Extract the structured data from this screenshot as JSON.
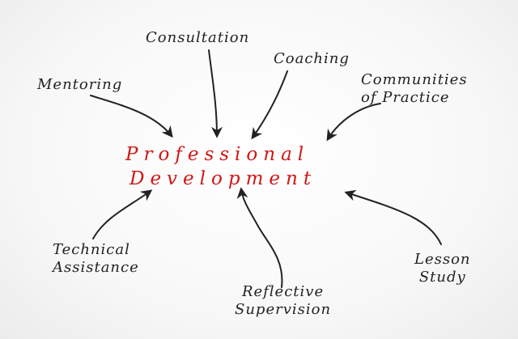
{
  "center": {
    "line1": "Professional",
    "line2": "Development",
    "color": "#d11616"
  },
  "items": {
    "consultation": "Consultation",
    "coaching": "Coaching",
    "mentoring": "Mentoring",
    "communities_line1": "Communities",
    "communities_line2": "of Practice",
    "technical_line1": "Technical",
    "technical_line2": "Assistance",
    "reflective_line1": "Reflective",
    "reflective_line2": "Supervision",
    "lesson_line1": "Lesson",
    "lesson_line2": "Study"
  },
  "style": {
    "arrow_color": "#222222",
    "background": "#f7f7f7"
  }
}
